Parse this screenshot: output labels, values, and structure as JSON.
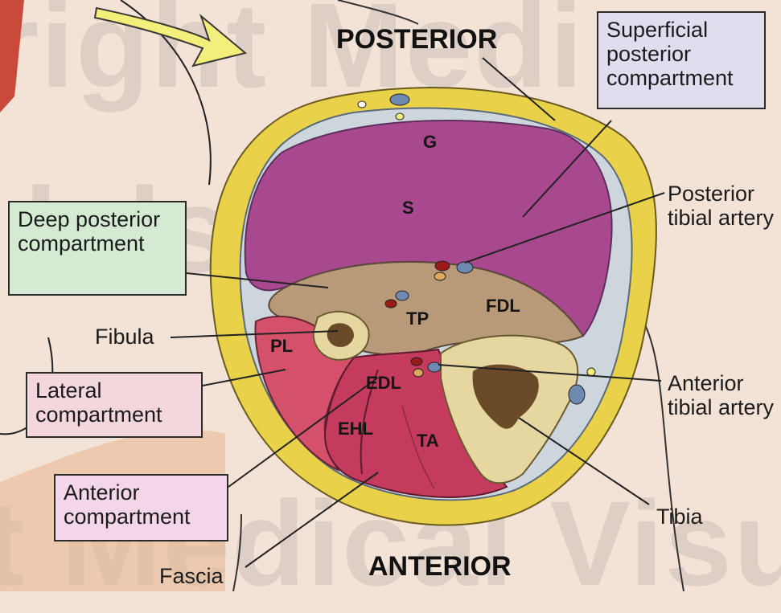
{
  "watermark": {
    "line1": "right Medi",
    "line2": "lels Inc",
    "line3": "t Medical Visual"
  },
  "headings": {
    "posterior": "POSTERIOR",
    "anterior": "ANTERIOR"
  },
  "muscles": {
    "g": "G",
    "s": "S",
    "tp": "TP",
    "fdl": "FDL",
    "pl": "PL",
    "edl": "EDL",
    "ehl": "EHL",
    "ta": "TA"
  },
  "labels": {
    "superficial_posterior": "Superficial posterior compartment",
    "deep_posterior": "Deep posterior compartment",
    "posterior_tibial_artery": "Posterior tibial artery",
    "fibula": "Fibula",
    "lateral": "Lateral compartment",
    "anterior_tibial_artery": "Anterior tibial artery",
    "anterior_compartment": "Anterior compartment",
    "tibia": "Tibia",
    "fascia": "Fascia"
  },
  "colors": {
    "background": "#f3e2d6",
    "skin_fat": "#e9d24a",
    "posterior_muscle": "#a8488e",
    "deep_muscle": "#b89a78",
    "anterior_muscle": "#c43b5e",
    "lateral_muscle": "#d5506a",
    "bone": "#e6d6a0",
    "box_superficial": "#e1ddef",
    "box_deep": "#d4ead2",
    "box_lateral": "#f4d7dc",
    "box_anterior": "#f3d6e8"
  }
}
